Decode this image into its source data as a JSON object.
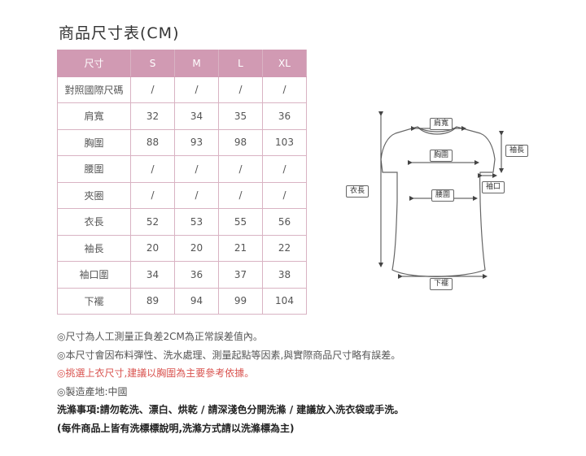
{
  "title": "商品尺寸表(CM)",
  "table": {
    "header": [
      "尺寸",
      "S",
      "M",
      "L",
      "XL"
    ],
    "rows": [
      [
        "對照國際尺碼",
        "/",
        "/",
        "/",
        "/"
      ],
      [
        "肩寬",
        "32",
        "34",
        "35",
        "36"
      ],
      [
        "胸圍",
        "88",
        "93",
        "98",
        "103"
      ],
      [
        "腰圍",
        "/",
        "/",
        "/",
        "/"
      ],
      [
        "夾圈",
        "/",
        "/",
        "/",
        "/"
      ],
      [
        "衣長",
        "52",
        "53",
        "55",
        "56"
      ],
      [
        "袖長",
        "20",
        "20",
        "21",
        "22"
      ],
      [
        "袖口圍",
        "34",
        "36",
        "37",
        "38"
      ],
      [
        "下襬",
        "89",
        "94",
        "99",
        "104"
      ]
    ]
  },
  "diagram": {
    "labels": {
      "shoulder": "肩寬",
      "chest": "胸圍",
      "sleeve": "袖長",
      "cuff": "袖口",
      "length": "衣長",
      "waist": "腰圍",
      "hem": "下襬"
    },
    "colors": {
      "outline": "#666666",
      "arrow": "#444444"
    }
  },
  "notes": [
    "◎尺寸為人工測量正負差2CM為正常誤差值內。",
    "◎本尺寸會因布料彈性、洗水處理、測量起點等因素,與實際商品尺寸略有誤差。",
    "◎挑選上衣尺寸,建議以胸圍為主要參考依據。",
    "◎製造產地:中國",
    "洗滌事項:請勿乾洗、漂白、烘乾 / 請深淺色分開洗滌 / 建議放入洗衣袋或手洗。",
    "(每件商品上皆有洗標標說明,洗滌方式請以洗滌標為主)"
  ],
  "colors": {
    "header_bg": "#d19ab3",
    "border": "#d9b3c3",
    "highlight": "#d9534f"
  }
}
